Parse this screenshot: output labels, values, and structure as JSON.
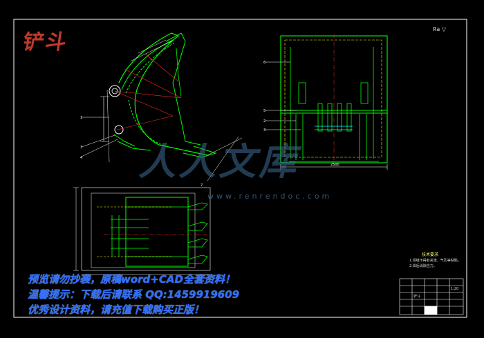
{
  "drawing": {
    "title": "铲斗",
    "roughness_mark": "Ra ▽",
    "watermark": {
      "brand": "人人文库",
      "url": "www.renrendoc.com"
    },
    "notes_title": "技术要求",
    "notes": [
      "1.焊缝不得有夹渣、气孔等缺陷。",
      "2.焊后消除应力。"
    ],
    "title_block": {
      "part_name": "铲斗",
      "scale": "1:20"
    }
  },
  "overlay_lines": [
    "预览请勿抄袭，原稿word+CAD全套资料！",
    "温馨提示：下载后请联系 QQ:1459919609",
    "优秀设计资料，请充值下载购买正版！"
  ],
  "colors": {
    "outline": "#00ff00",
    "dimension": "#ffffff",
    "center": "#ff2a2a",
    "hidden": "#ffff00",
    "section": "#00ffff",
    "overlay_text": "#2f6fff",
    "title_red": "#c0392b"
  }
}
